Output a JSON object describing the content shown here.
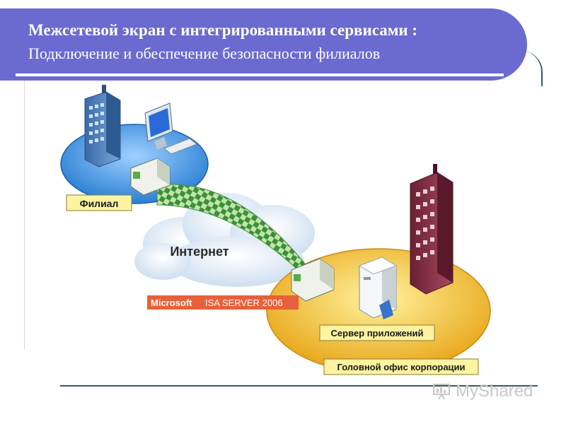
{
  "header": {
    "title": "Межсетевой экран с интегрированными сервисами :",
    "subtitle": "Подключение и обеспечение безопасности филиалов"
  },
  "diagram": {
    "branch_label": "Филиал",
    "internet_label": "Интернет",
    "isa_brand": "Microsoft",
    "isa_product": "ISA SERVER  2006",
    "app_server_label": "Сервер приложений",
    "head_office_label": "Головной офис корпорации"
  },
  "watermark": {
    "text": "MyShared"
  },
  "colors": {
    "header_bg": "#6a6ad0",
    "branch_ellipse": "#3e8ed8",
    "head_office_ellipse": "#f0b428",
    "label_bg": "#fdf3a0",
    "isa_banner": "#e8603a",
    "tunnel_green": "#5aa84a"
  }
}
